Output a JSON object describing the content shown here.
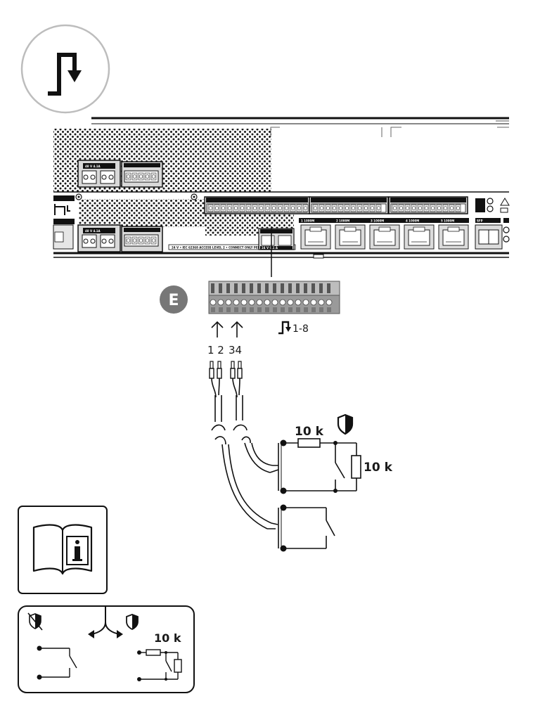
{
  "callout": "E",
  "input_range": "1-8",
  "pin_numbers": {
    "pair_a": "1 2",
    "pair_b": "34"
  },
  "resistor_series": "10 k",
  "resistor_parallel": "10 k",
  "legend_resistor": "10 k",
  "module": {
    "psu_label_top": "48 V  4.1A",
    "psu_label_bottom": "48 V  4.1A",
    "rj45_port_labels": [
      "1 1000M",
      "2 1000M",
      "3 1000M",
      "4 1000M",
      "5 1000M"
    ],
    "sfp_label": "SFP",
    "warning_text": "24 V • IEC 62368 ACCESS LEVEL 2 • CONNECT ONLY PELV",
    "relay_block_label": "24 V  0.1 A"
  },
  "icons": {
    "main": "control-input-icon",
    "manual": "manual-info-icon",
    "supervision": "shield-supervised-icon",
    "unsupervised": "shield-crossed-icon"
  },
  "colors": {
    "stroke": "#1a1a1a",
    "badge": "#777777",
    "terminal": "#888888",
    "panel": "#d2d2d2"
  }
}
